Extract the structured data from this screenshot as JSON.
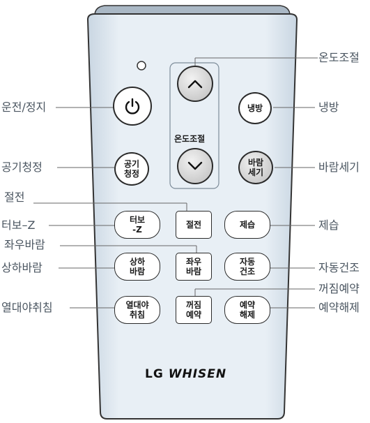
{
  "callouts": {
    "power": "운전/정지",
    "air_clean": "공기청정",
    "power_save": "절전",
    "turbo": "터보–Z",
    "left_right": "좌우바람",
    "up_down": "상하바람",
    "sleep": "열대야취침",
    "temp": "온도조절",
    "cool": "냉방",
    "wind": "바람세기",
    "dehumid": "제습",
    "auto_dry": "자동건조",
    "off_timer": "꺼짐예약",
    "cancel_timer": "예약해제"
  },
  "buttons": {
    "power_icon": "power-icon",
    "temp_center": "온도조절",
    "cool": "냉방",
    "air_clean_1": "공기",
    "air_clean_2": "청정",
    "wind_1": "바람",
    "wind_2": "세기",
    "turbo_1": "터보",
    "turbo_2": "-Z",
    "power_save": "절전",
    "dehumid": "제습",
    "updown_1": "상하",
    "updown_2": "바람",
    "leftright_1": "좌우",
    "leftright_2": "바람",
    "auto_1": "자동",
    "auto_2": "건조",
    "sleep_1": "열대야",
    "sleep_2": "취침",
    "offtimer_1": "꺼짐",
    "offtimer_2": "예약",
    "cancel_1": "예약",
    "cancel_2": "해제"
  },
  "logo": {
    "lg": "LG",
    "whisen": "WHISEN"
  },
  "colors": {
    "body": "#dce6ef",
    "outline": "#2a2a2a",
    "leader": "#666666",
    "label": "#4a5560"
  }
}
